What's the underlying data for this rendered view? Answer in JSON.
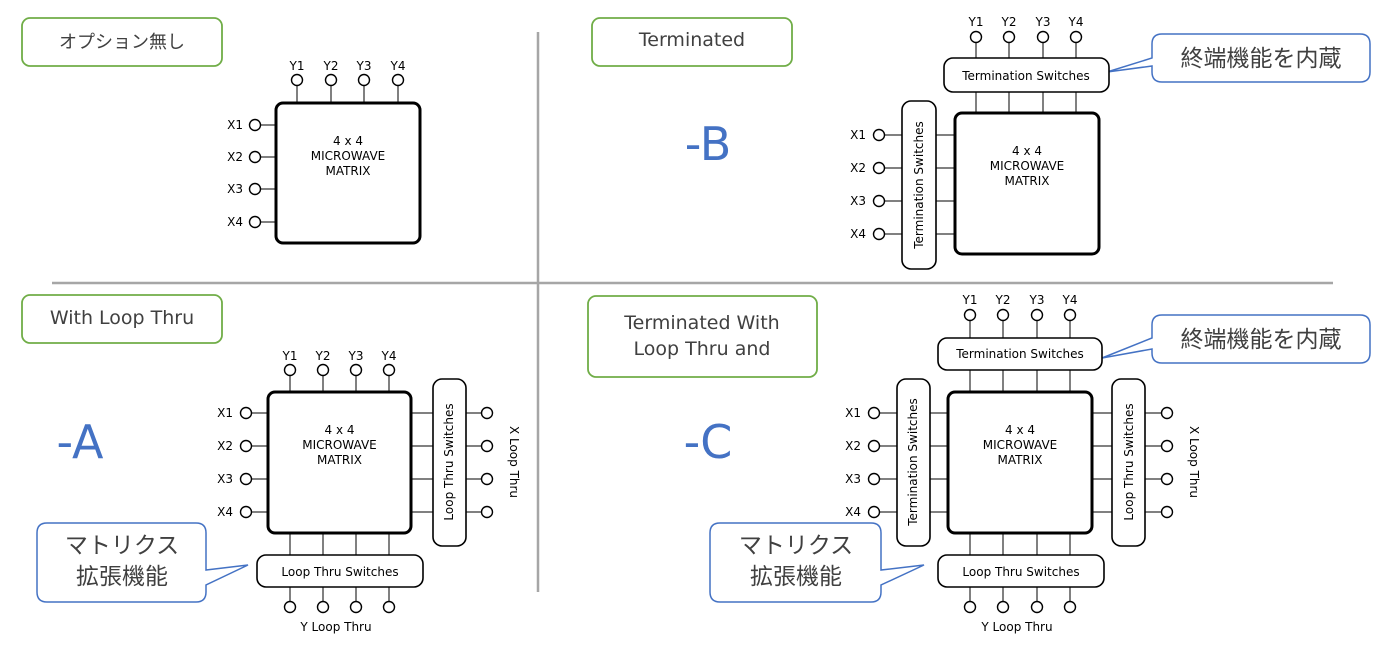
{
  "colors": {
    "accent_green": "#70AD47",
    "callout_blue": "#4472C4",
    "big_letter_blue": "#4472C4",
    "divider": "#A6A6A6",
    "stroke": "#000000",
    "text_gray": "#404040"
  },
  "common": {
    "matrix_lines": [
      "4 x 4",
      "MICROWAVE",
      "MATRIX"
    ],
    "x_ports": [
      "X1",
      "X2",
      "X3",
      "X4"
    ],
    "y_ports": [
      "Y1",
      "Y2",
      "Y3",
      "Y4"
    ],
    "termination_switches": "Termination Switches",
    "loop_thru_switches": "Loop Thru Switches",
    "x_loop_thru": "X Loop Thru",
    "y_loop_thru": "Y Loop Thru"
  },
  "panels": {
    "none": {
      "label": "オプション無し"
    },
    "terminated": {
      "label": "Terminated",
      "code": "-B",
      "callout": "終端機能を内蔵"
    },
    "loop_thru": {
      "label": "With Loop Thru",
      "code": "-A",
      "callout_lines": [
        "マトリクス",
        "拡張機能"
      ]
    },
    "terminated_loop_thru": {
      "label_lines": [
        "Terminated With",
        "Loop Thru and"
      ],
      "code": "-C",
      "callout_top": "終端機能を内蔵",
      "callout_lines": [
        "マトリクス",
        "拡張機能"
      ]
    }
  }
}
